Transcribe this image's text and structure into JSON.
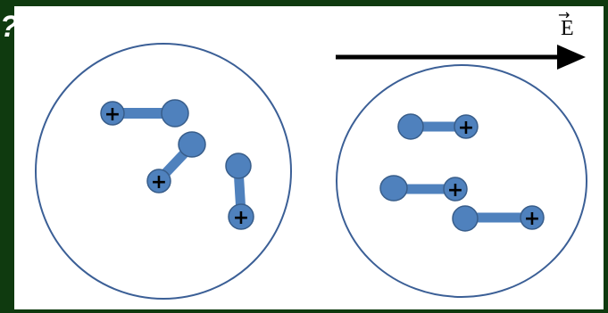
{
  "corner_text": "?/",
  "field": {
    "label": "E",
    "vector_marker": "→",
    "arrow_color": "#000000"
  },
  "colors": {
    "circle_stroke": "#3b5f96",
    "dipole_fill": "#4f81bd",
    "dipole_stroke": "#385d8a",
    "charge_sign_color": "#000000",
    "frame_color": "#0f3a0f"
  },
  "charge_sign": "+",
  "panels": [
    {
      "name": "no-field-panel",
      "dipoles": [
        {
          "name": "dipole-1"
        },
        {
          "name": "dipole-2"
        },
        {
          "name": "dipole-3"
        }
      ]
    },
    {
      "name": "with-field-panel",
      "dipoles": [
        {
          "name": "dipole-4"
        },
        {
          "name": "dipole-5"
        },
        {
          "name": "dipole-6"
        }
      ]
    }
  ]
}
